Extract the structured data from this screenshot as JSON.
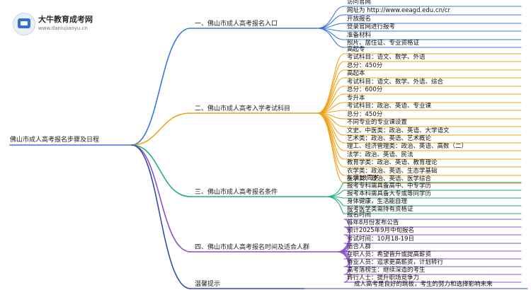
{
  "logo": {
    "title": "大牛教育成考网",
    "url": "www.daniujiaoyu.cn",
    "icon": "graduation-cap-icon"
  },
  "root": "佛山市成人高考报名步骤及日程",
  "branches": [
    {
      "label": "一、佛山市成人高考报名入口",
      "color": "#3a76e0",
      "items": [
        "访问官网",
        "网址为 http://www.eeagd.edu.cn/cr",
        "开放报名",
        "登录官网进行报考",
        "准备材料",
        "照片、居住证、专业资格证"
      ]
    },
    {
      "label": "二、佛山市成人高考入学考试科目",
      "color": "#f0a318",
      "items": [
        "高起专",
        "考试科目：语文、数学、外语",
        "总分：450分",
        "高起本",
        "考试科目：语文、数学、外语、综合",
        "总分：600分",
        "专升本",
        "考试科目：政治、英语、专业课",
        "总分：450分",
        "不同专业的专业课设置",
        "文史、中医类：政治、英语、大学语文",
        "艺术类：政治、英语、艺术概论",
        "理工、经济管理类：政治、英语、高数（二）",
        "法学：政治、英语、民法",
        "教育学类：政治、英语、教育理论",
        "农学类：政治、英语、生态学基础",
        "医学类：政治、英语、医学综合"
      ]
    },
    {
      "label": "三、佛山市成人高考报名条件",
      "color": "#22b07a",
      "items": [
        "年满18周岁",
        "报考专科需具备高中、中专学历",
        "报考本科需具备大专或等同学历",
        "身体健康，生活能自理",
        "报考医学类需持有资格证"
      ]
    },
    {
      "label": "四、佛山市成人高考报名时间及适合人群",
      "color": "#8a4fd0",
      "items": [
        "报名时间",
        "每年8月份发布公告",
        "预计2025年9月中旬报名",
        "考试时间：10月18-19日",
        "适合人群",
        "在职人员：希望晋升或提高薪资",
        "待业人员：追求更高薪资，计划转行",
        "高考落榜生：继续深造的考生",
        "转行人士：提升职场竞争力"
      ]
    },
    {
      "label": "温馨提示",
      "color": "#2f4fa8",
      "items": [
        "成人高考是良好的跳板，考生的努力和选择影响未来"
      ]
    }
  ]
}
